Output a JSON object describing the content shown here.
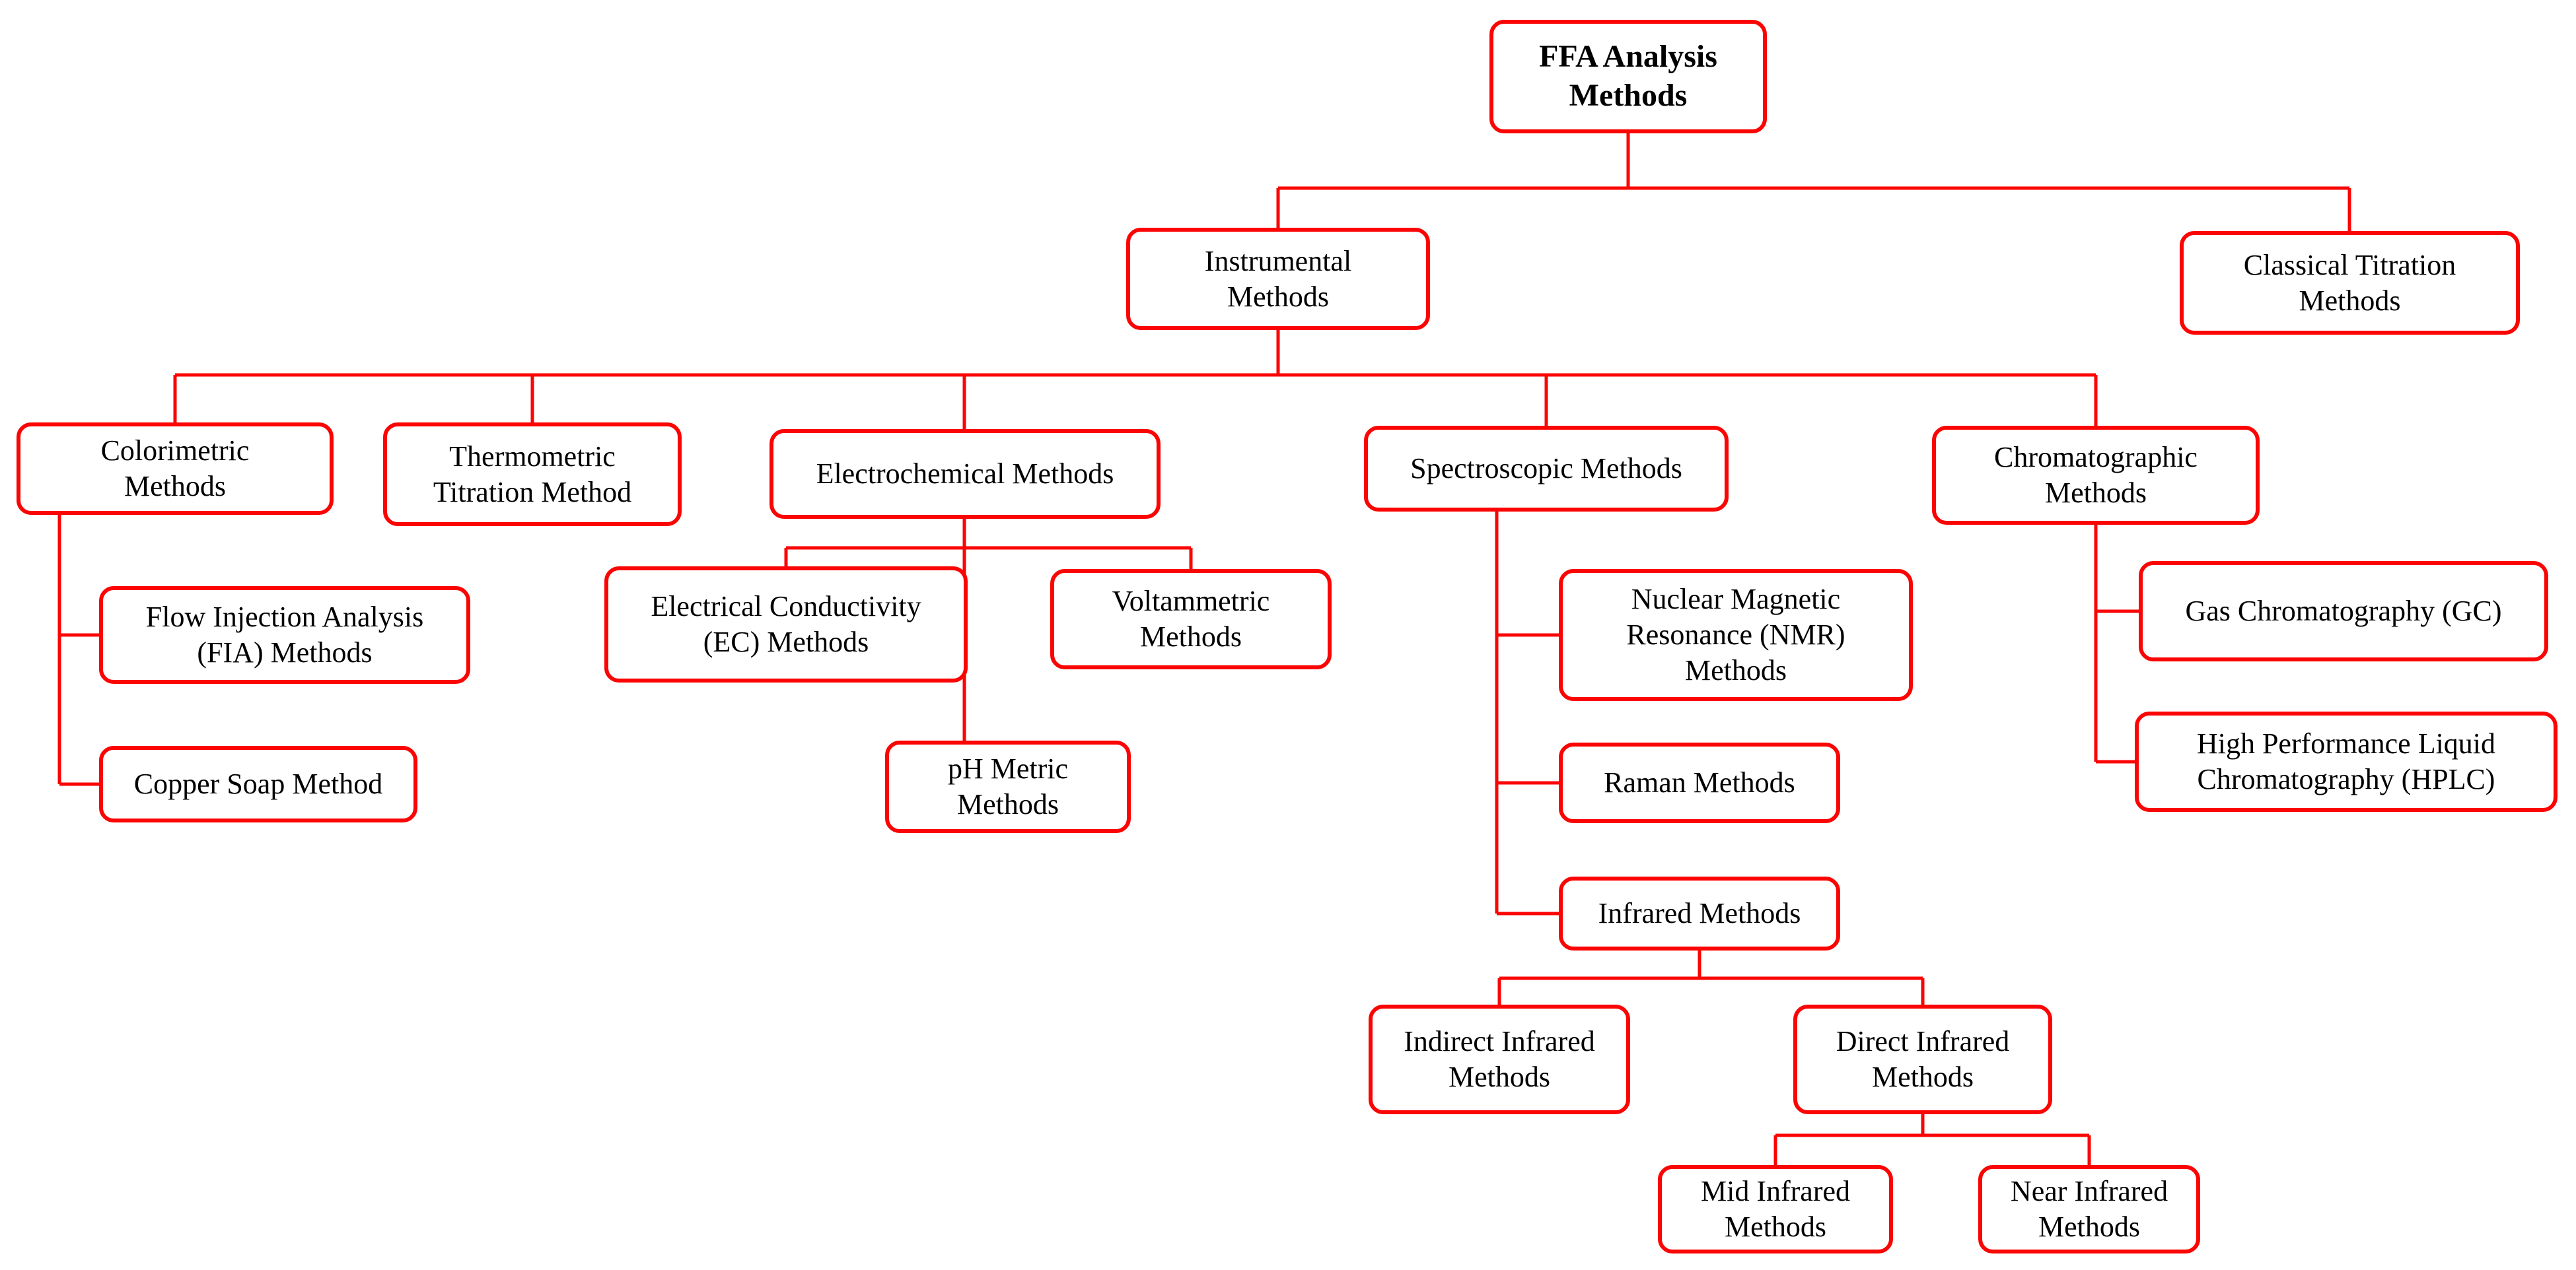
{
  "diagram": {
    "title": "FFA Analysis Methods",
    "type": "flowchart-tree",
    "accent_color": "#fb0404",
    "text_color": "#000000",
    "background_color": "#ffffff",
    "nodes": {
      "root": {
        "label": "FFA Analysis\nMethods",
        "children": [
          "instrumental",
          "classical"
        ]
      },
      "instrumental": {
        "label": "Instrumental\nMethods",
        "children": [
          "colorimetric",
          "thermometric",
          "electrochemical",
          "spectroscopic",
          "chromatographic"
        ]
      },
      "classical": {
        "label": "Classical Titration\nMethods",
        "children": []
      },
      "colorimetric": {
        "label": "Colorimetric\nMethods",
        "children": [
          "fia",
          "copper_soap"
        ]
      },
      "thermometric": {
        "label": "Thermometric\nTitration Method",
        "children": []
      },
      "electrochemical": {
        "label": "Electrochemical Methods",
        "children": [
          "electrical_conductivity",
          "voltammetric",
          "ph_metric"
        ]
      },
      "spectroscopic": {
        "label": "Spectroscopic Methods",
        "children": [
          "nmr",
          "raman",
          "infrared"
        ]
      },
      "chromatographic": {
        "label": "Chromatographic\nMethods",
        "children": [
          "gc",
          "hplc"
        ]
      },
      "fia": {
        "label": "Flow Injection Analysis\n(FIA) Methods",
        "children": []
      },
      "copper_soap": {
        "label": "Copper Soap Method",
        "children": []
      },
      "electrical_conductivity": {
        "label": "Electrical Conductivity\n(EC) Methods",
        "children": []
      },
      "voltammetric": {
        "label": "Voltammetric\nMethods",
        "children": []
      },
      "ph_metric": {
        "label": "pH Metric\nMethods",
        "children": []
      },
      "nmr": {
        "label": "Nuclear Magnetic\nResonance (NMR)\nMethods",
        "children": []
      },
      "raman": {
        "label": "Raman Methods",
        "children": []
      },
      "infrared": {
        "label": "Infrared Methods",
        "children": [
          "indirect_infrared",
          "direct_infrared"
        ]
      },
      "indirect_infrared": {
        "label": "Indirect Infrared\nMethods",
        "children": []
      },
      "direct_infrared": {
        "label": "Direct Infrared\nMethods",
        "children": [
          "mid_infrared",
          "near_infrared"
        ]
      },
      "mid_infrared": {
        "label": "Mid Infrared\nMethods",
        "children": []
      },
      "near_infrared": {
        "label": "Near Infrared\nMethods",
        "children": []
      },
      "gc": {
        "label": "Gas Chromatography (GC)",
        "children": []
      },
      "hplc": {
        "label": "High Performance Liquid\nChromatography (HPLC)",
        "children": []
      }
    }
  }
}
